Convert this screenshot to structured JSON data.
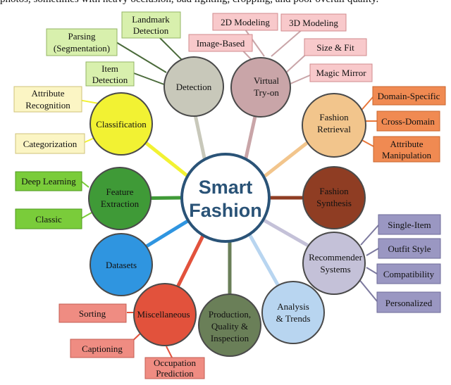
{
  "top_text": "photos, sometimes with heavy occlusion, bad lighting, cropping, and poor overall quality.",
  "colors": {
    "hub_border": "#2a5377",
    "hub_text": "#2a5377",
    "detection": "#c8c8ba",
    "virtual_try_on": "#c9a5a8",
    "classification": "#f2f233",
    "fashion_retrieval": "#f2c58c",
    "feature_extraction": "#3f9a37",
    "fashion_synthesis": "#8f3d23",
    "datasets": "#2f95e0",
    "recommender": "#c4c1d8",
    "miscellaneous": "#e2523c",
    "production": "#6a7f58",
    "analysis": "#b8d5f0"
  },
  "hub": {
    "line1": "Smart",
    "line2": "Fashion"
  },
  "nodes": {
    "detection": {
      "label": "Detection"
    },
    "virtual_try_on": {
      "line1": "Virtual",
      "line2": "Try-on"
    },
    "classification": {
      "label": "Classification"
    },
    "fashion_retrieval": {
      "line1": "Fashion",
      "line2": "Retrieval"
    },
    "feature_extraction": {
      "line1": "Feature",
      "line2": "Extraction"
    },
    "fashion_synthesis": {
      "line1": "Fashion",
      "line2": "Synthesis"
    },
    "datasets": {
      "label": "Datasets"
    },
    "recommender": {
      "line1": "Recommender",
      "line2": "Systems"
    },
    "miscellaneous": {
      "label": "Miscellaneous"
    },
    "production": {
      "line1": "Production,",
      "line2": "Quality &",
      "line3": "Inspection"
    },
    "analysis": {
      "line1": "Analysis",
      "line2": "& Trends"
    }
  },
  "leaves": {
    "landmark_detection": {
      "line1": "Landmark",
      "line2": "Detection"
    },
    "parsing": {
      "line1": "Parsing",
      "line2": "(Segmentation)"
    },
    "item_detection": {
      "line1": "Item",
      "line2": "Detection"
    },
    "modeling_2d": {
      "label": "2D Modeling"
    },
    "modeling_3d": {
      "label": "3D Modeling"
    },
    "image_based": {
      "label": "Image-Based"
    },
    "size_fit": {
      "label": "Size & Fit"
    },
    "magic_mirror": {
      "label": "Magic Mirror"
    },
    "attribute_recognition": {
      "line1": "Attribute",
      "line2": "Recognition"
    },
    "categorization": {
      "label": "Categorization"
    },
    "domain_specific": {
      "label": "Domain-Specific"
    },
    "cross_domain": {
      "label": "Cross-Domain"
    },
    "attribute_manipulation": {
      "line1": "Attribute",
      "line2": "Manipulation"
    },
    "deep_learning": {
      "label": "Deep Learning"
    },
    "classic": {
      "label": "Classic"
    },
    "single_item": {
      "label": "Single-Item"
    },
    "outfit_style": {
      "label": "Outfit Style"
    },
    "compatibility": {
      "label": "Compatibility"
    },
    "personalized": {
      "label": "Personalized"
    },
    "sorting": {
      "label": "Sorting"
    },
    "captioning": {
      "label": "Captioning"
    },
    "occupation_prediction": {
      "line1": "Occupation",
      "line2": "Prediction"
    }
  }
}
